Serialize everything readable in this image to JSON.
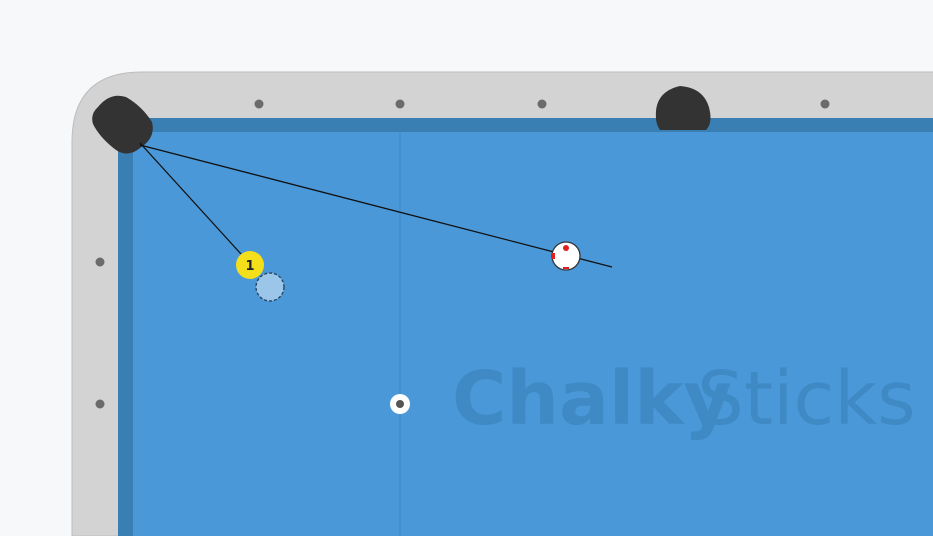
{
  "watermark": {
    "part1": "Chalky",
    "part2": "Sticks"
  },
  "colors": {
    "background": "#f7f8fa",
    "rail": "#d3d3d3",
    "cushion": "#3a7fb3",
    "felt": "#4a98d8",
    "pocket": "#333333",
    "diamond": "#6b6b6b",
    "watermark": "#3f89c5",
    "ball_1": "#f5df1b",
    "cue_ball": "#ffffff",
    "cue_mark": "#e02020"
  },
  "balls": [
    {
      "id": "object-ball-1",
      "number": "1",
      "color": "#f5df1b"
    },
    {
      "id": "cue-ball",
      "number": "",
      "color": "#ffffff"
    }
  ],
  "icons": {
    "pocket": "pocket-icon",
    "diamond": "diamond-icon",
    "spot": "spot-icon"
  }
}
